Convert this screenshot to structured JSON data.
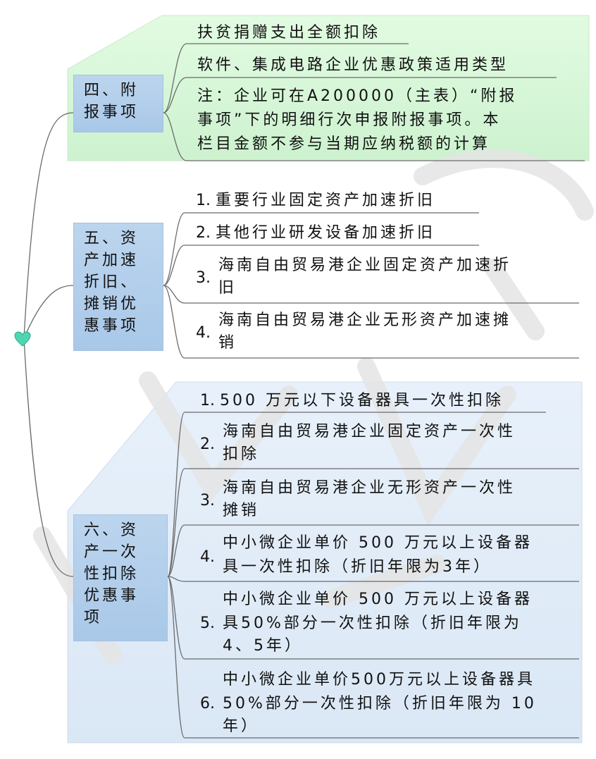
{
  "groups": [
    {
      "title": "四、附报事项",
      "title_lines": [
        "四、附",
        "报事项"
      ],
      "items": [
        {
          "num": "",
          "lines": [
            "扶贫捐赠支出全额扣除"
          ]
        },
        {
          "num": "",
          "lines": [
            "软件、集成电路企业优惠政策适用类型"
          ]
        },
        {
          "num": "",
          "lines": [
            "注：企业可在A200000（主表）“附报",
            "事项”下的明细行次申报附报事项。本",
            "栏目金额不参与当期应纳税额的计算"
          ]
        }
      ]
    },
    {
      "title": "五、资产加速折旧、摊销优惠事项",
      "title_lines": [
        "五、资",
        "产加速",
        "折旧、",
        "摊销优",
        "惠事项"
      ],
      "items": [
        {
          "num": "1.",
          "lines": [
            "重要行业固定资产加速折旧"
          ]
        },
        {
          "num": "2.",
          "lines": [
            "其他行业研发设备加速折旧"
          ]
        },
        {
          "num": "3.",
          "lines": [
            "海南自由贸易港企业固定资产加速折",
            "旧"
          ]
        },
        {
          "num": "4.",
          "lines": [
            "海南自由贸易港企业无形资产加速摊",
            "销"
          ]
        }
      ]
    },
    {
      "title": "六、资产一次性扣除优惠事项",
      "title_lines": [
        "六、资",
        "产一次",
        "性扣除",
        "优惠事",
        "项"
      ],
      "items": [
        {
          "num": "1.",
          "lines": [
            "500 万元以下设备器具一次性扣除"
          ]
        },
        {
          "num": "2.",
          "lines": [
            "海南自由贸易港企业固定资产一次性",
            "扣除"
          ]
        },
        {
          "num": "3.",
          "lines": [
            "海南自由贸易港企业无形资产一次性",
            "摊销"
          ]
        },
        {
          "num": "4.",
          "lines": [
            "中小微企业单价 500 万元以上设备器",
            "具一次性扣除（折旧年限为3年）"
          ]
        },
        {
          "num": "5.",
          "lines": [
            "中小微企业单价 500 万元以上设备器",
            "具50%部分一次性扣除（折旧年限为",
            "4、5年）"
          ]
        },
        {
          "num": "6.",
          "lines": [
            "中小微企业单价500万元以上设备器具",
            "50%部分一次性扣除（折旧年限为 10",
            "年）"
          ]
        }
      ]
    }
  ],
  "colors": {
    "panel_green": "#d7f7d8",
    "panel_blue": "#e3edf8",
    "node_blue": "#b3cfeb",
    "root_heart": "#4fd6b0",
    "connector": "#666666"
  },
  "icons": {
    "root": "heart-icon"
  }
}
